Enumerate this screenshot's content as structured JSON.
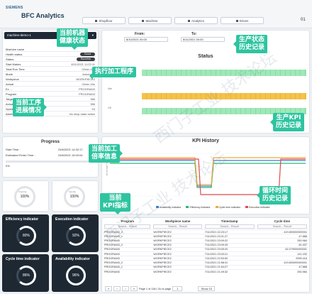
{
  "header": {
    "brand": "SIEMENS",
    "title": "BFC Analytics",
    "page": "01",
    "tabs": [
      {
        "label": "Shopfloor"
      },
      {
        "label": "Machine"
      },
      {
        "label": "Analytics"
      },
      {
        "label": "Drives"
      }
    ]
  },
  "machine": {
    "selected": "machine-demo-1",
    "details": [
      {
        "label": "Machine name",
        "value": ""
      },
      {
        "label": "Health status",
        "value": "Good",
        "pill": true
      },
      {
        "label": "Status",
        "value": "Success",
        "pill": true
      },
      {
        "label": "Start Makes",
        "value": "8/11/2021 11:22:11"
      },
      {
        "label": "Total Run Time",
        "value": "02min 40s"
      },
      {
        "label": "Mode",
        "value": "Automatic"
      },
      {
        "label": "Workpiece",
        "value": "WORKPIECE2"
      },
      {
        "label": "Actual",
        "value": "02min 40s"
      },
      {
        "label": "Ex ...",
        "value": "PROGRAM3"
      },
      {
        "label": "Program",
        "value": "PROGRAM3"
      },
      {
        "label": "Target",
        "value": "386"
      },
      {
        "label": "Actual",
        "value": "386"
      },
      {
        "label": "Spindle",
        "value": "53"
      },
      {
        "label": "Alarm",
        "value": "No shop state active"
      }
    ]
  },
  "progress": {
    "title": "Progress",
    "start_label": "Start Time :",
    "start_value": "24/6/2021 14:32:17",
    "finish_label": "Estimated Finish Time :",
    "finish_value": "24/6/2021 15:00:04",
    "percent": "0%",
    "gauges": [
      {
        "label": "Override",
        "value": "100%"
      },
      {
        "label": "Spindle",
        "value": "100%"
      }
    ]
  },
  "kpis": [
    {
      "title": "Efficiency indicator",
      "value": "80%"
    },
    {
      "title": "Execution indicator",
      "value": "92%"
    },
    {
      "title": "Cycle time indicator",
      "value": "86%"
    },
    {
      "title": "Availability indicator",
      "value": "96%"
    }
  ],
  "status_panel": {
    "from_label": "From:",
    "from_value": "8/10/2021 00:00",
    "to_label": "To:",
    "to_value": "8/11/2021 00:00",
    "title": "Status",
    "row_labels": [
      "Run",
      "Idle",
      "Off"
    ]
  },
  "kpi_history": {
    "title": "KPI History",
    "y_label": "percentage %",
    "legend": [
      "Availability indicator",
      "Efficiency indicator",
      "Cycle time indicator",
      "Execution indicator"
    ],
    "legend_colors": [
      "#3b7dd8",
      "#2bb673",
      "#f2a93b",
      "#e04b4b"
    ]
  },
  "table": {
    "columns": [
      "Program",
      "Workpiece name",
      "Timestamp",
      "Cycle time"
    ],
    "filter_placeholder": "Search... Result",
    "rows": [
      [
        "PROGRAM3_2",
        "WORKPIECE2",
        "7/11/2021 22:23:17",
        "419.800000000001"
      ],
      [
        "PROGRAM3_1",
        "WORKPIECE2",
        "7/11/2021 23:21:27",
        "47.888"
      ],
      [
        "PROGRAM3",
        "WORKPIECE2",
        "7/11/2021 23:09:22",
        "250.984"
      ],
      [
        "PROGRAM3_2",
        "WORKPIECE2",
        "7/11/2021 23:09:33",
        "81.937"
      ],
      [
        "PROGRAM3",
        "WORKPIECE2",
        "7/11/2021 23:05:20",
        "62.270000000001"
      ],
      [
        "PROGRAM3",
        "WORKPIECE2",
        "7/11/2021 23:03:21",
        "141.232"
      ],
      [
        "PROGRAM3",
        "WORKPIECE2",
        "7/11/2021 22:53:50",
        "2995.416"
      ],
      [
        "PROGRAM3_2",
        "WORKPIECE2",
        "7/11/2021 21:58:31",
        "419.800000000001"
      ],
      [
        "PROGRAM3_1",
        "WORKPIECE2",
        "7/11/2021 21:54:27",
        "47.888"
      ],
      [
        "PROGRAM3",
        "WORKPIECE2",
        "7/11/2021 21:49:32",
        "250.984"
      ]
    ],
    "pager": {
      "info": "Page 1 of 118 | Go to page",
      "page": "1",
      "show": "Show 10"
    }
  },
  "callouts": {
    "machine": "当前机器\n健康状态",
    "program": "执行加工程序",
    "step": "当前工序\n进展情况",
    "status": "生产状态\n历史记录",
    "kpi": "生产KPI\n历史记录",
    "override": "当前加工\n倍率信息",
    "kpi_now": "当前\nKPI指标",
    "cycle": "循环时间\n历史记录"
  },
  "watermark": "西门子工业 技术论坛"
}
